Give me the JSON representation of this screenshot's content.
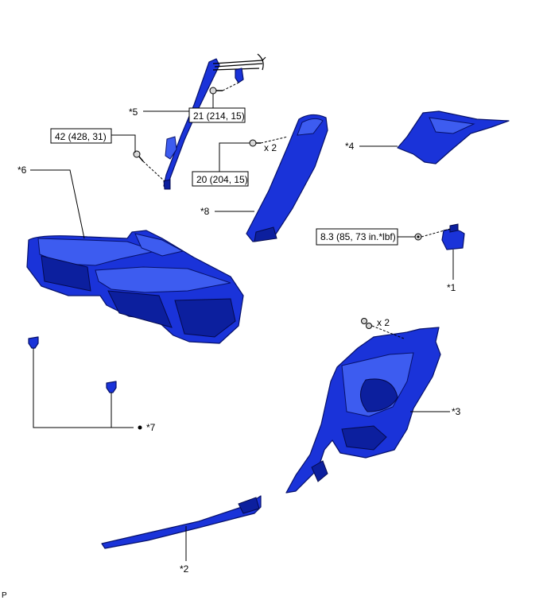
{
  "callouts": {
    "c1": "*1",
    "c2": "*2",
    "c3": "*3",
    "c4": "*4",
    "c5": "*5",
    "c6": "*6",
    "c7": "*7",
    "c8": "*8"
  },
  "torques": {
    "t1": "21 (214, 15)",
    "t2": "42 (428, 31)",
    "t3": "20 (204, 15)",
    "t4": "8.3 (85, 73 in.*lbf)"
  },
  "multipliers": {
    "m1": "x 2",
    "m2": "x 2"
  },
  "corner_mark": "P",
  "colors": {
    "part_blue": "#1a33d9",
    "outline": "#000000"
  }
}
